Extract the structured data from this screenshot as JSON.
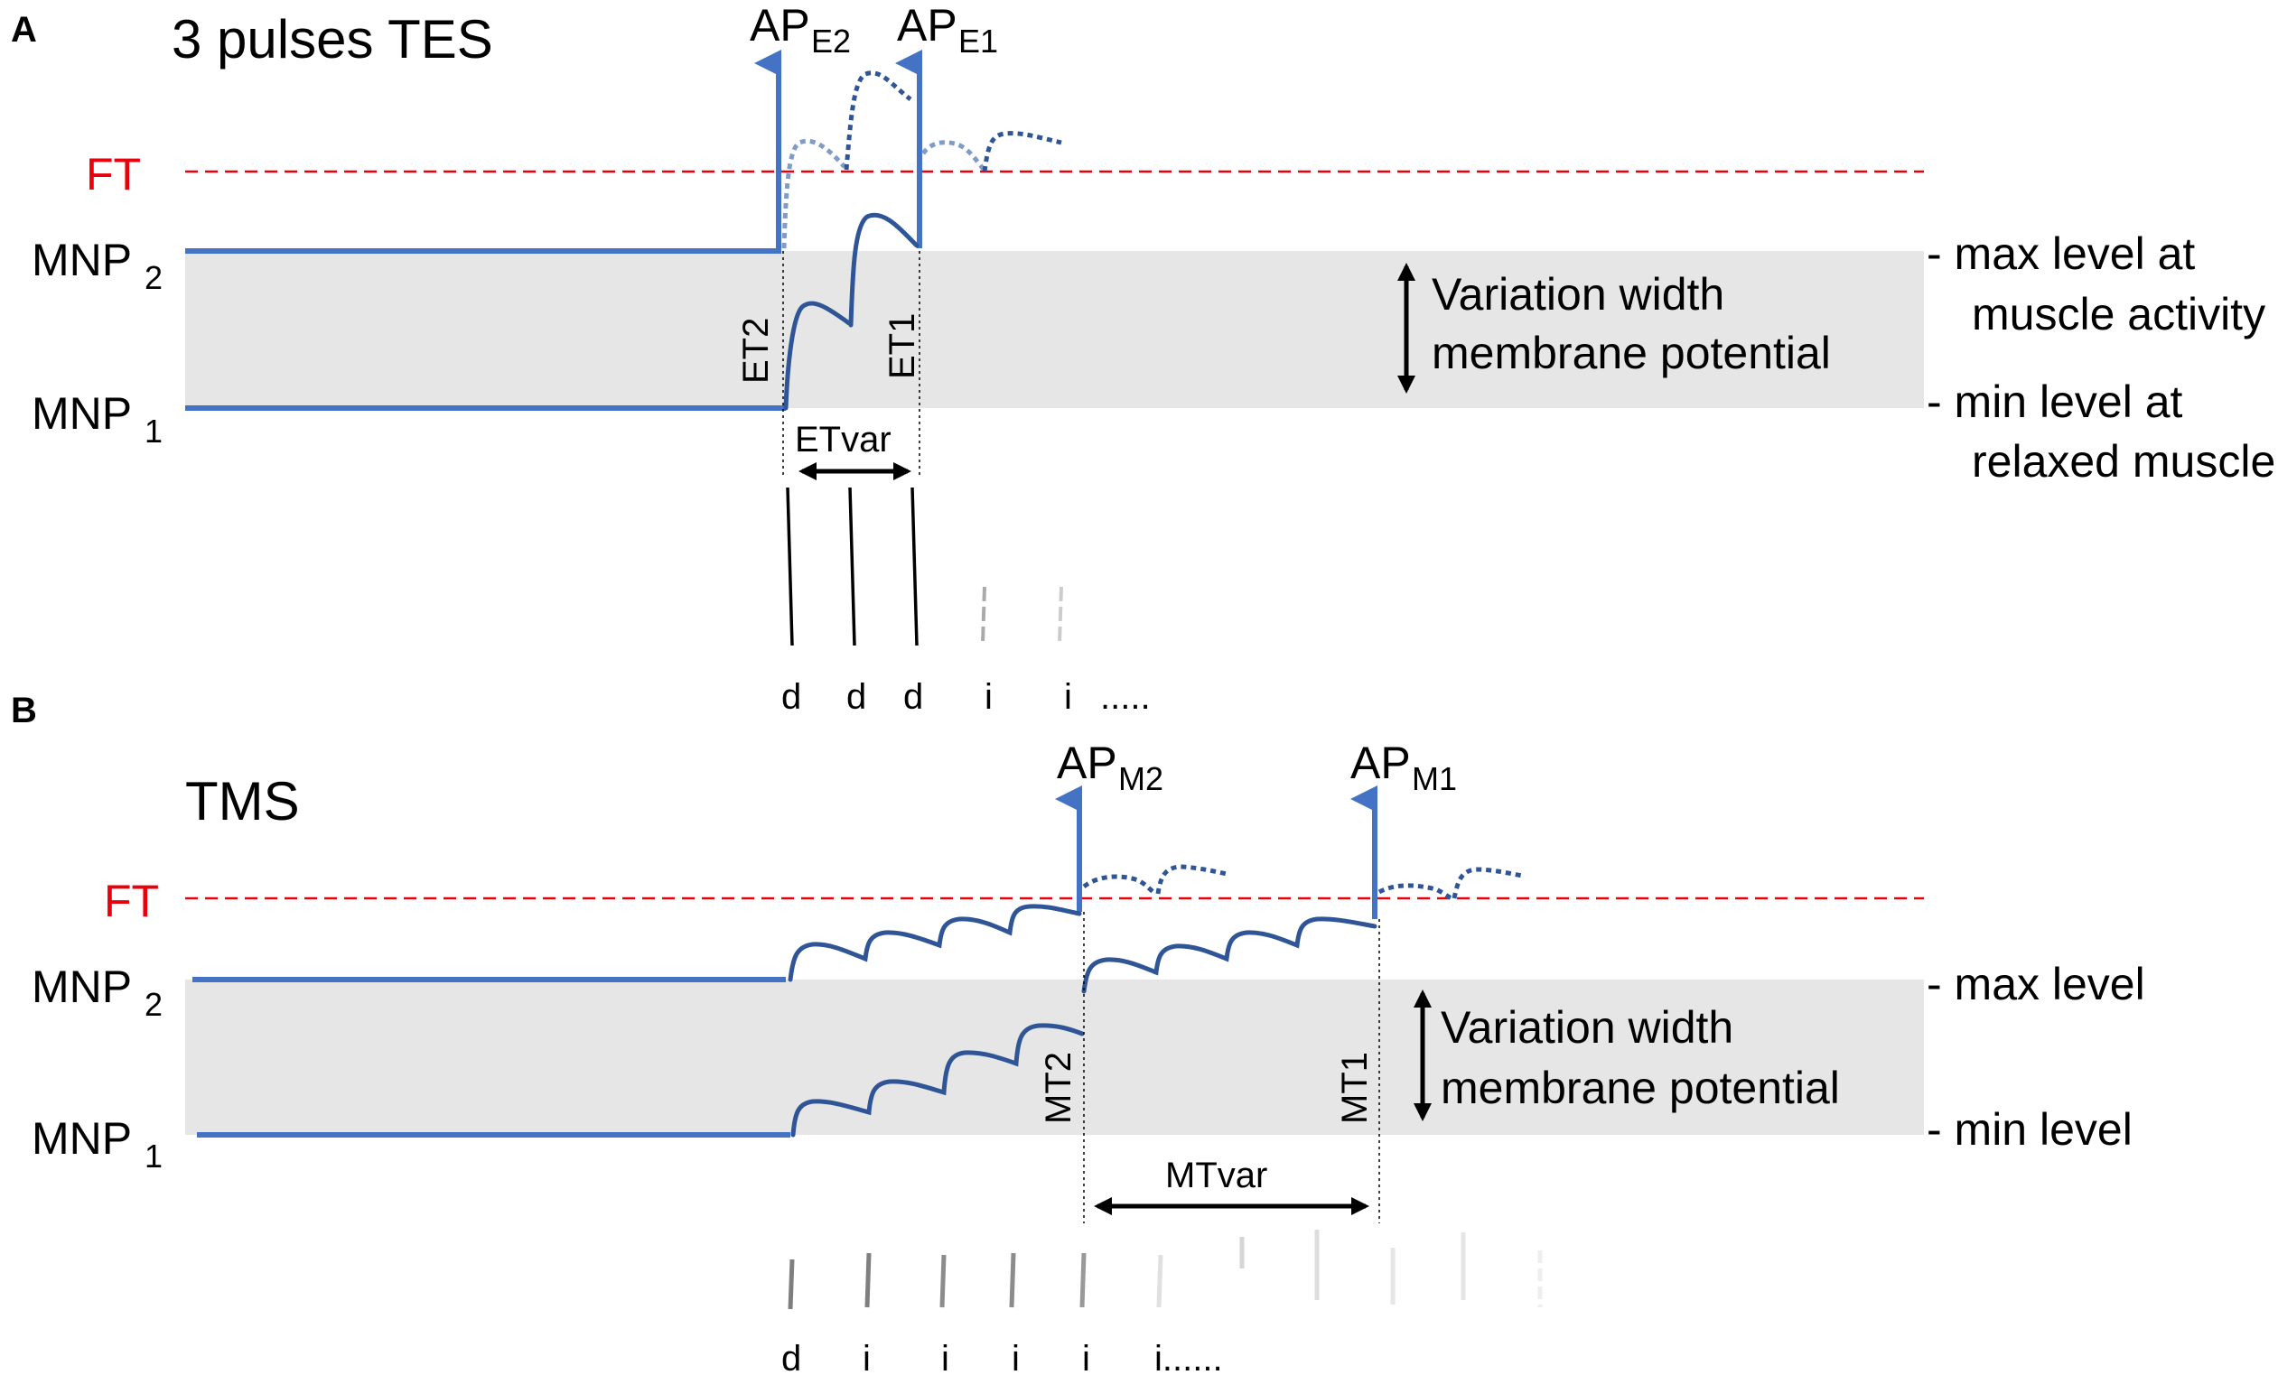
{
  "colors": {
    "band": "#e6e6e6",
    "baseline": "#4472c4",
    "trace": "#2f5597",
    "threshold": "#e8000b",
    "dotted_light": "#7f9cc7",
    "arrow": "#000000"
  },
  "panel_a": {
    "letter": "A",
    "title": "3 pulses TES",
    "ft": "FT",
    "mnp2": {
      "base": "MNP",
      "sub": "2"
    },
    "mnp1": {
      "base": "MNP",
      "sub": "1"
    },
    "ap_e2": {
      "base": "AP",
      "sub": "E2"
    },
    "ap_e1": {
      "base": "AP",
      "sub": "E1"
    },
    "et2": "ET2",
    "et1": "ET1",
    "etvar": "ETvar",
    "variation_line1": "Variation width",
    "variation_line2": "membrane potential",
    "right_max_line1": "- max level at",
    "right_max_line2": "muscle activity",
    "right_min_line1": "- min level at",
    "right_min_line2": "relaxed muscle",
    "waves": [
      "d",
      "d",
      "d",
      "i",
      "i",
      "....."
    ]
  },
  "panel_b": {
    "letter": "B",
    "title": "TMS",
    "ft": "FT",
    "mnp2": {
      "base": "MNP",
      "sub": "2"
    },
    "mnp1": {
      "base": "MNP",
      "sub": "1"
    },
    "ap_m2": {
      "base": "AP",
      "sub": "M2"
    },
    "ap_m1": {
      "base": "AP",
      "sub": "M1"
    },
    "mt2": "MT2",
    "mt1": "MT1",
    "mtvar": "MTvar",
    "variation_line1": "Variation width",
    "variation_line2": "membrane potential",
    "right_max": "- max level",
    "right_min": "- min level",
    "waves": [
      "d",
      "i",
      "i",
      "i",
      "i",
      "i......"
    ]
  }
}
